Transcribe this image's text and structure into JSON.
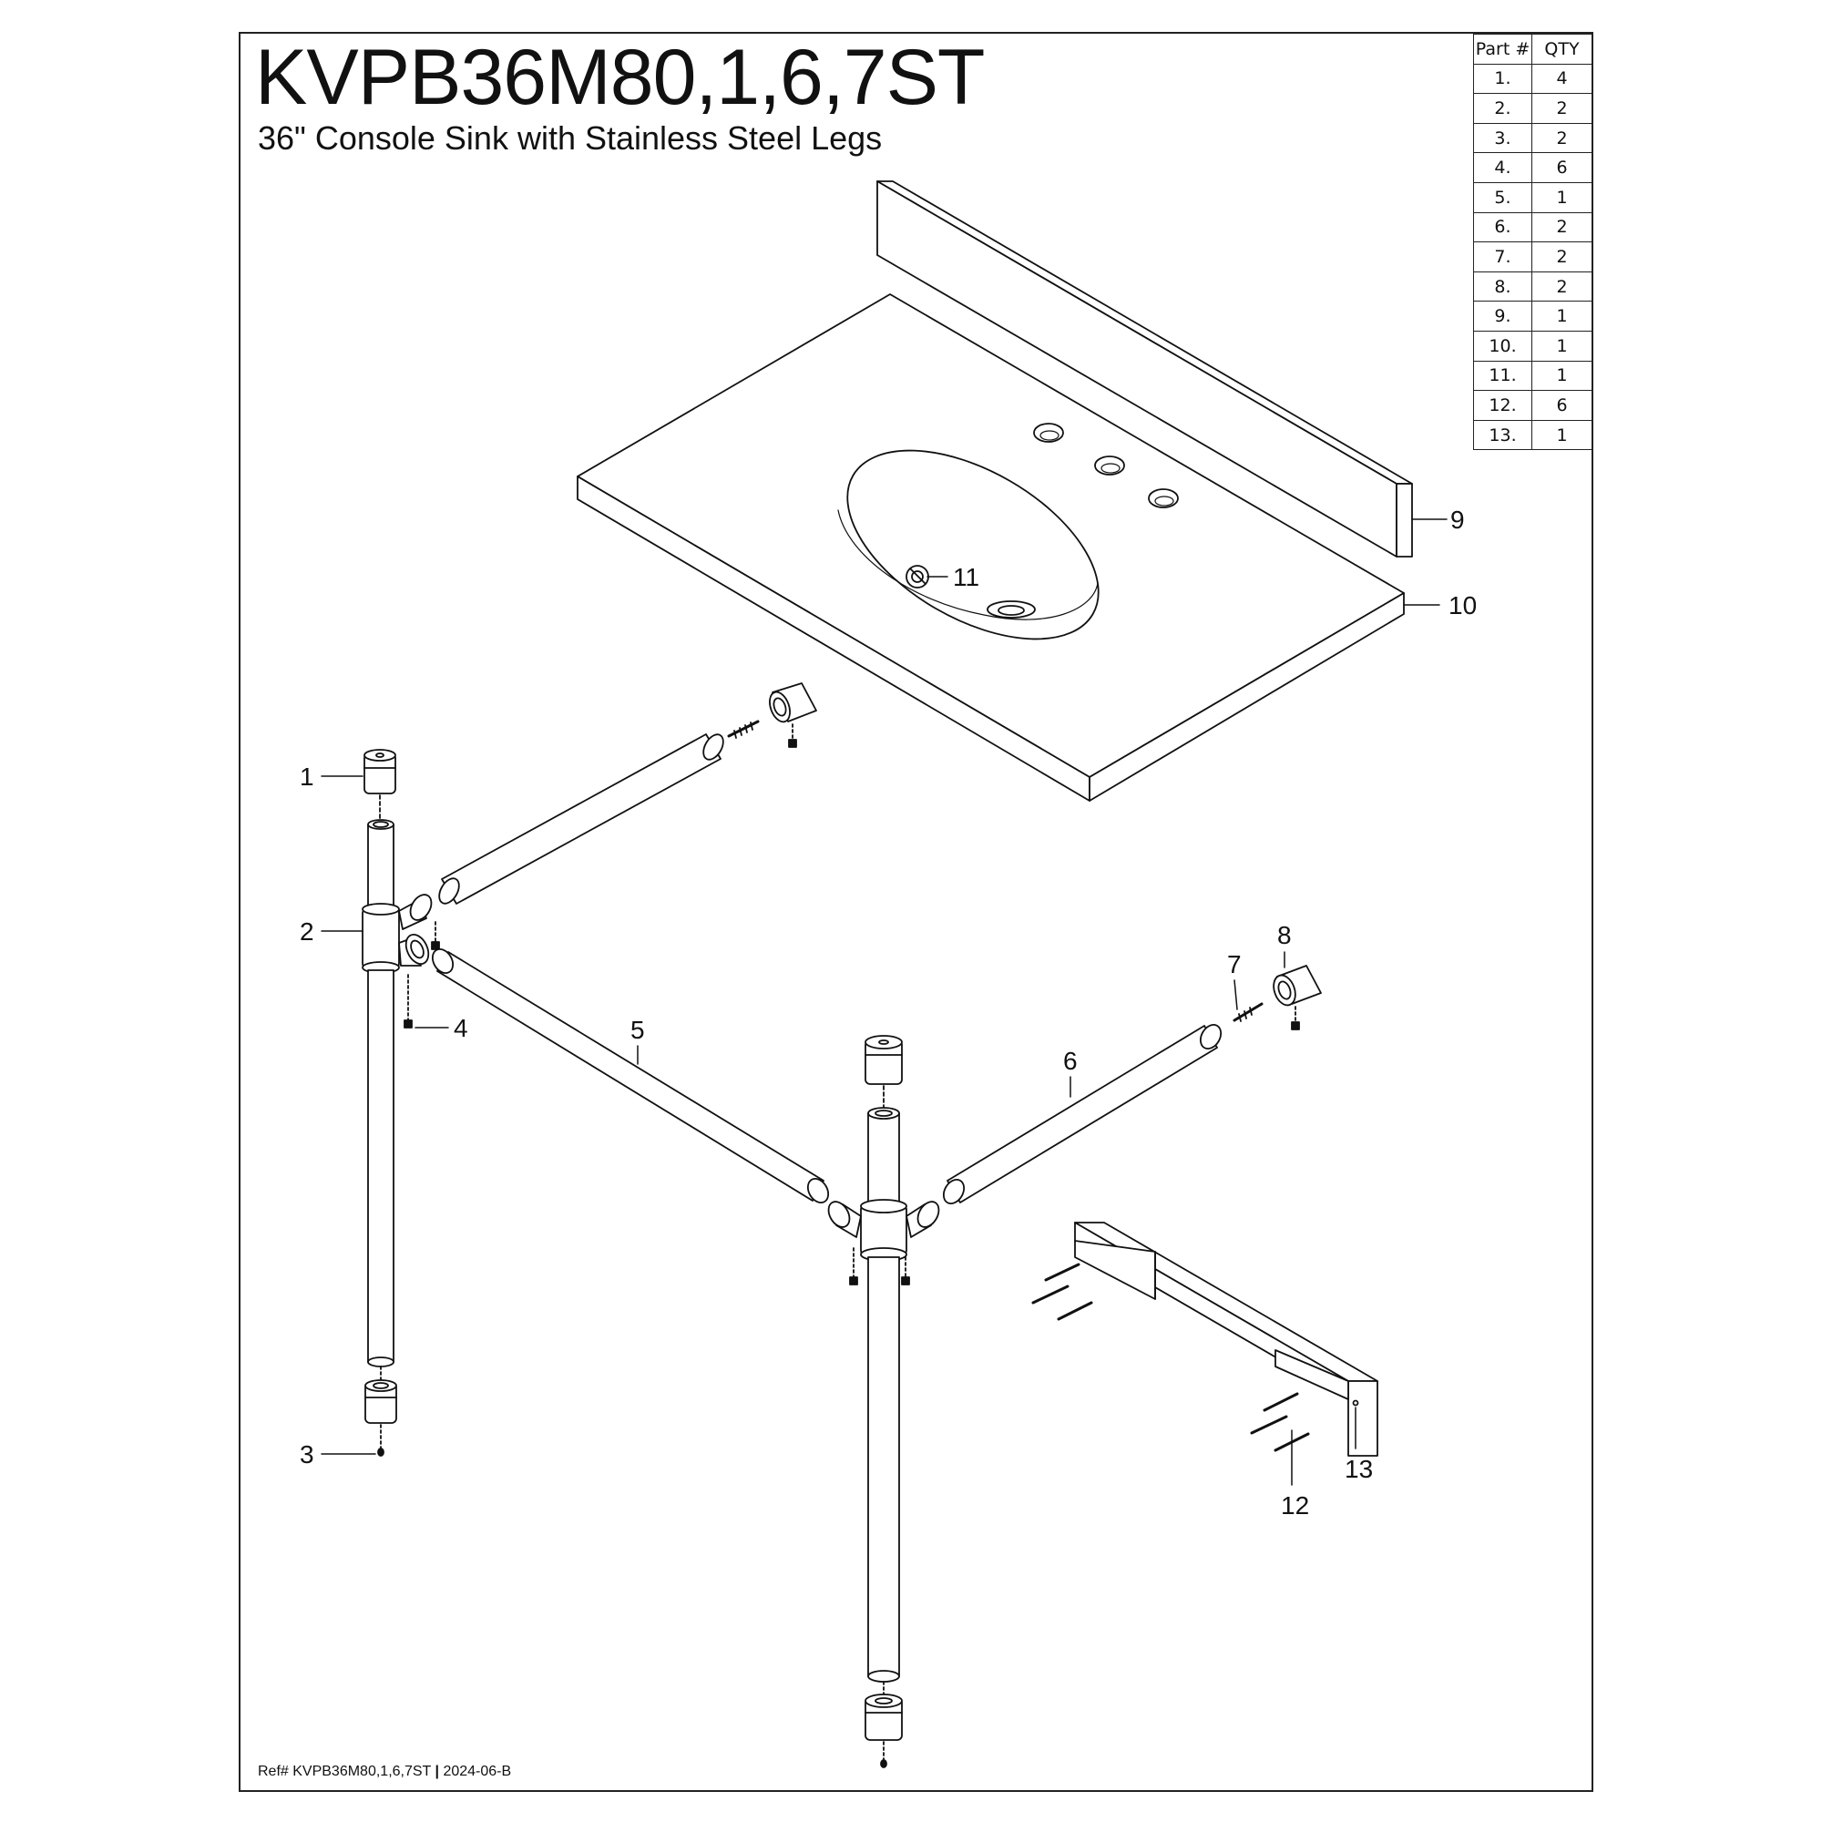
{
  "title": "KVPB36M80,1,6,7ST",
  "subtitle": "36\" Console Sink with Stainless Steel Legs",
  "parts_table": {
    "headers": [
      "Part #",
      "QTY"
    ],
    "rows": [
      [
        "1.",
        "4"
      ],
      [
        "2.",
        "2"
      ],
      [
        "3.",
        "2"
      ],
      [
        "4.",
        "6"
      ],
      [
        "5.",
        "1"
      ],
      [
        "6.",
        "2"
      ],
      [
        "7.",
        "2"
      ],
      [
        "8.",
        "2"
      ],
      [
        "9.",
        "1"
      ],
      [
        "10.",
        "1"
      ],
      [
        "11.",
        "1"
      ],
      [
        "12.",
        "6"
      ],
      [
        "13.",
        "1"
      ]
    ]
  },
  "callouts": [
    "1",
    "2",
    "3",
    "4",
    "5",
    "6",
    "7",
    "8",
    "9",
    "10",
    "11",
    "12",
    "13"
  ],
  "footer": {
    "ref": "Ref# KVPB36M80,1,6,7ST",
    "separator": "|",
    "revision": "2024-06-B"
  }
}
